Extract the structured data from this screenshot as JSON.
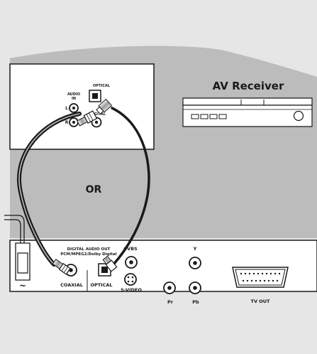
{
  "receiver": {
    "title": "AV Receiver",
    "optical_label": "OPTICAL",
    "audio_in_label_1": "AUDIO",
    "audio_in_label_2": "IN",
    "left_label": "L",
    "right_label": "R",
    "digital_label": "DIGITAL"
  },
  "player": {
    "digital_audio_out_1": "DIGITAL AUDIO OUT",
    "digital_audio_out_2": "PCM/MPEG2/Dolby Digital",
    "coaxial_label": "COAXIAL",
    "optical_label": "OPTICAL",
    "cvbs_label": "CVBS",
    "svideo_label": "S-VIDEO",
    "y_label": "Y",
    "pr_label": "Pr",
    "pb_label": "Pb",
    "tvout_label": "TV OUT",
    "power_symbol": "~"
  },
  "or_label": "OR",
  "colors": {
    "background": "#e6e6e6",
    "panel": "#ffffff",
    "gray_band": "#bcbcbc",
    "ink": "#1a1a1a"
  }
}
